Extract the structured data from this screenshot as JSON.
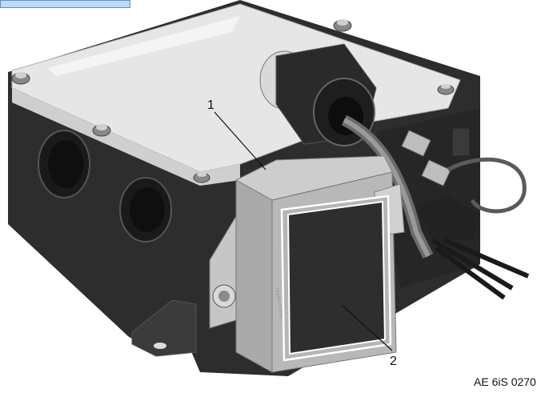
{
  "figure": {
    "figure_code": "AE 6iS  0270",
    "callouts": [
      {
        "label": "1",
        "target": "junction box"
      },
      {
        "label": "2",
        "target": "label plate"
      }
    ],
    "box_marking": "Made in Italy"
  },
  "colors": {
    "body_dark": "#2b2b2b",
    "lid_light": "#e4e4e4",
    "box_grey": "#b8b8b8",
    "header_bar": "#bcd9f5"
  }
}
